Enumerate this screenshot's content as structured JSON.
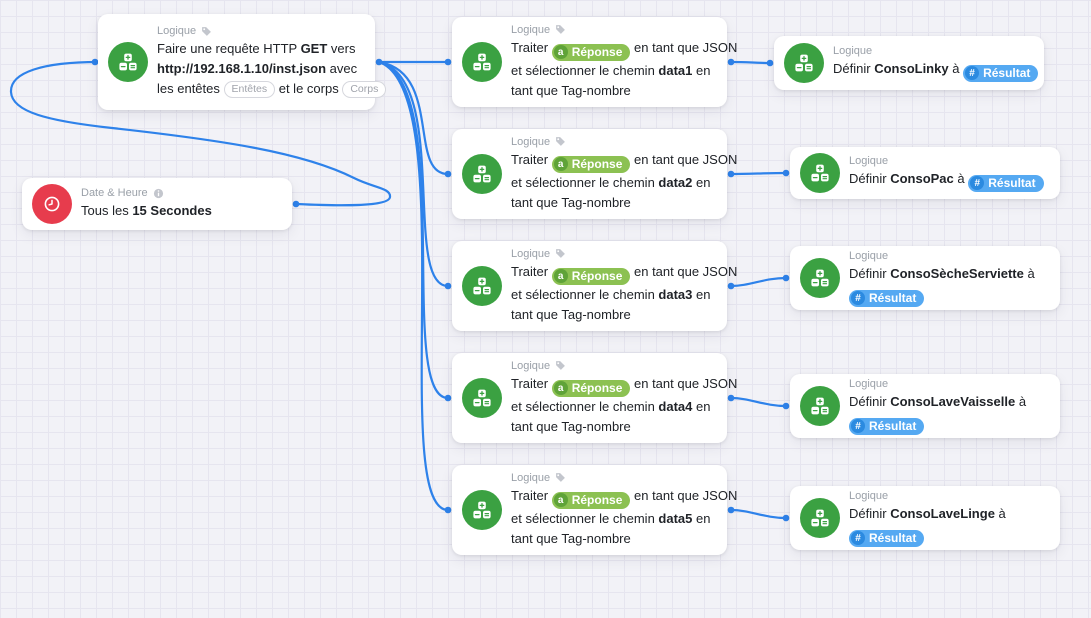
{
  "colors": {
    "wire": "#2e82ea",
    "node_icon_green": "#3ba142",
    "node_icon_red": "#e73c4d",
    "badge_green": "#8cc152",
    "badge_blue": "#55a9f2",
    "canvas_bg": "#f2f2f7",
    "grid_line": "#e6e5ef"
  },
  "nodes": {
    "http": {
      "category": "Logique",
      "segments": [
        {
          "t": "text",
          "v": "Faire une requête HTTP "
        },
        {
          "t": "bold",
          "v": "GET"
        },
        {
          "t": "text",
          "v": " vers"
        },
        {
          "t": "br"
        },
        {
          "t": "bold",
          "v": "http://192.168.1.10/inst.json"
        },
        {
          "t": "text",
          "v": " avec"
        },
        {
          "t": "br"
        },
        {
          "t": "text",
          "v": "les entêtes "
        },
        {
          "t": "chip",
          "v": "Entêtes",
          "name": "entetes-chip"
        },
        {
          "t": "text",
          "v": " et le corps "
        },
        {
          "t": "chip",
          "v": "Corps",
          "name": "corps-chip"
        }
      ]
    },
    "timer": {
      "category": "Date & Heure",
      "segments": [
        {
          "t": "text",
          "v": "Tous les "
        },
        {
          "t": "bold",
          "v": "15"
        },
        {
          "t": "text",
          "v": " "
        },
        {
          "t": "bold",
          "v": "Secondes"
        }
      ]
    },
    "parse1": {
      "category": "Logique",
      "segments": [
        {
          "t": "text",
          "v": "Traiter "
        },
        {
          "t": "badge",
          "color": "green",
          "icon": "a",
          "v": "Réponse",
          "name": "reponse-badge"
        },
        {
          "t": "text",
          "v": " en tant que JSON"
        },
        {
          "t": "br"
        },
        {
          "t": "text",
          "v": "et sélectionner le chemin "
        },
        {
          "t": "bold",
          "v": "data1"
        },
        {
          "t": "text",
          "v": " en"
        },
        {
          "t": "br"
        },
        {
          "t": "text",
          "v": "tant que Tag-nombre"
        }
      ]
    },
    "parse2": {
      "category": "Logique",
      "segments": [
        {
          "t": "text",
          "v": "Traiter "
        },
        {
          "t": "badge",
          "color": "green",
          "icon": "a",
          "v": "Réponse",
          "name": "reponse-badge"
        },
        {
          "t": "text",
          "v": " en tant que JSON"
        },
        {
          "t": "br"
        },
        {
          "t": "text",
          "v": "et sélectionner le chemin "
        },
        {
          "t": "bold",
          "v": "data2"
        },
        {
          "t": "text",
          "v": " en"
        },
        {
          "t": "br"
        },
        {
          "t": "text",
          "v": "tant que Tag-nombre"
        }
      ]
    },
    "parse3": {
      "category": "Logique",
      "segments": [
        {
          "t": "text",
          "v": "Traiter "
        },
        {
          "t": "badge",
          "color": "green",
          "icon": "a",
          "v": "Réponse",
          "name": "reponse-badge"
        },
        {
          "t": "text",
          "v": " en tant que JSON"
        },
        {
          "t": "br"
        },
        {
          "t": "text",
          "v": "et sélectionner le chemin "
        },
        {
          "t": "bold",
          "v": "data3"
        },
        {
          "t": "text",
          "v": " en"
        },
        {
          "t": "br"
        },
        {
          "t": "text",
          "v": "tant que Tag-nombre"
        }
      ]
    },
    "parse4": {
      "category": "Logique",
      "segments": [
        {
          "t": "text",
          "v": "Traiter "
        },
        {
          "t": "badge",
          "color": "green",
          "icon": "a",
          "v": "Réponse",
          "name": "reponse-badge"
        },
        {
          "t": "text",
          "v": " en tant que JSON"
        },
        {
          "t": "br"
        },
        {
          "t": "text",
          "v": "et sélectionner le chemin "
        },
        {
          "t": "bold",
          "v": "data4"
        },
        {
          "t": "text",
          "v": " en"
        },
        {
          "t": "br"
        },
        {
          "t": "text",
          "v": "tant que Tag-nombre"
        }
      ]
    },
    "parse5": {
      "category": "Logique",
      "segments": [
        {
          "t": "text",
          "v": "Traiter "
        },
        {
          "t": "badge",
          "color": "green",
          "icon": "a",
          "v": "Réponse",
          "name": "reponse-badge"
        },
        {
          "t": "text",
          "v": " en tant que JSON"
        },
        {
          "t": "br"
        },
        {
          "t": "text",
          "v": "et sélectionner le chemin "
        },
        {
          "t": "bold",
          "v": "data5"
        },
        {
          "t": "text",
          "v": " en"
        },
        {
          "t": "br"
        },
        {
          "t": "text",
          "v": "tant que Tag-nombre"
        }
      ]
    },
    "set1": {
      "category": "Logique",
      "segments": [
        {
          "t": "text",
          "v": "Définir "
        },
        {
          "t": "bold",
          "v": "ConsoLinky"
        },
        {
          "t": "text",
          "v": " à "
        },
        {
          "t": "badge",
          "color": "blue",
          "icon": "#",
          "v": "Résultat",
          "name": "resultat-badge"
        }
      ]
    },
    "set2": {
      "category": "Logique",
      "segments": [
        {
          "t": "text",
          "v": "Définir "
        },
        {
          "t": "bold",
          "v": "ConsoPac"
        },
        {
          "t": "text",
          "v": " à "
        },
        {
          "t": "badge",
          "color": "blue",
          "icon": "#",
          "v": "Résultat",
          "name": "resultat-badge"
        }
      ]
    },
    "set3": {
      "category": "Logique",
      "segments": [
        {
          "t": "text",
          "v": "Définir "
        },
        {
          "t": "bold",
          "v": "ConsoSècheServiette"
        },
        {
          "t": "text",
          "v": " à"
        },
        {
          "t": "br"
        },
        {
          "t": "badge",
          "color": "blue",
          "icon": "#",
          "v": "Résultat",
          "name": "resultat-badge"
        }
      ]
    },
    "set4": {
      "category": "Logique",
      "segments": [
        {
          "t": "text",
          "v": "Définir "
        },
        {
          "t": "bold",
          "v": "ConsoLaveVaisselle"
        },
        {
          "t": "text",
          "v": " à"
        },
        {
          "t": "br"
        },
        {
          "t": "badge",
          "color": "blue",
          "icon": "#",
          "v": "Résultat",
          "name": "resultat-badge"
        }
      ]
    },
    "set5": {
      "category": "Logique",
      "segments": [
        {
          "t": "text",
          "v": "Définir "
        },
        {
          "t": "bold",
          "v": "ConsoLaveLinge"
        },
        {
          "t": "text",
          "v": " à"
        },
        {
          "t": "br"
        },
        {
          "t": "badge",
          "color": "blue",
          "icon": "#",
          "v": "Résultat",
          "name": "resultat-badge"
        }
      ]
    }
  }
}
